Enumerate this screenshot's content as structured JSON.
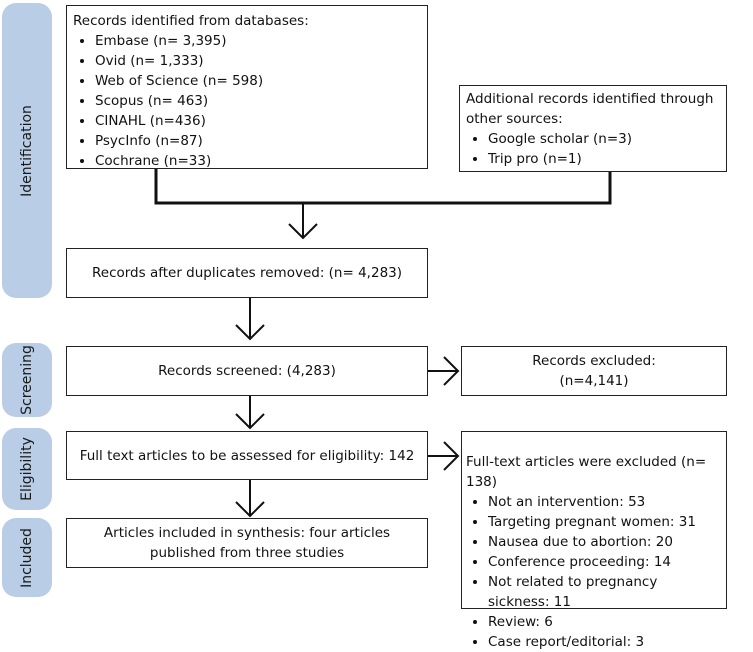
{
  "phases": {
    "identification": "Identification",
    "screening": "Screening",
    "eligibility": "Eligibility",
    "included": "Included"
  },
  "databases": {
    "title": "Records identified from databases:",
    "items": [
      "Embase (n= 3,395)",
      "Ovid (n= 1,333)",
      "Web of Science (n= 598)",
      "Scopus (n= 463)",
      "CINAHL (n=436)",
      "PsycInfo (n=87)",
      "Cochrane (n=33)"
    ]
  },
  "other_sources": {
    "title": "Additional records identified through other sources:",
    "items": [
      "Google scholar (n=3)",
      "Trip pro (n=1)"
    ]
  },
  "duplicates_removed": "Records after duplicates removed: (n= 4,283)",
  "screened": "Records screened: (4,283)",
  "excluded": {
    "line1": "Records excluded:",
    "line2": "(n=4,141)"
  },
  "full_text": "Full text articles to be assessed for eligibility: 142",
  "full_text_excluded": {
    "title": "Full-text articles were excluded (n= 138)",
    "items": [
      "Not an intervention: 53",
      "Targeting pregnant women: 31",
      "Nausea due to abortion: 20",
      "Conference proceeding: 14",
      "Not related to pregnancy sickness: 11",
      "Review: 6",
      "Case report/editorial: 3"
    ]
  },
  "included_articles": {
    "line1": "Articles included in synthesis: four articles",
    "line2": "published from three studies"
  }
}
